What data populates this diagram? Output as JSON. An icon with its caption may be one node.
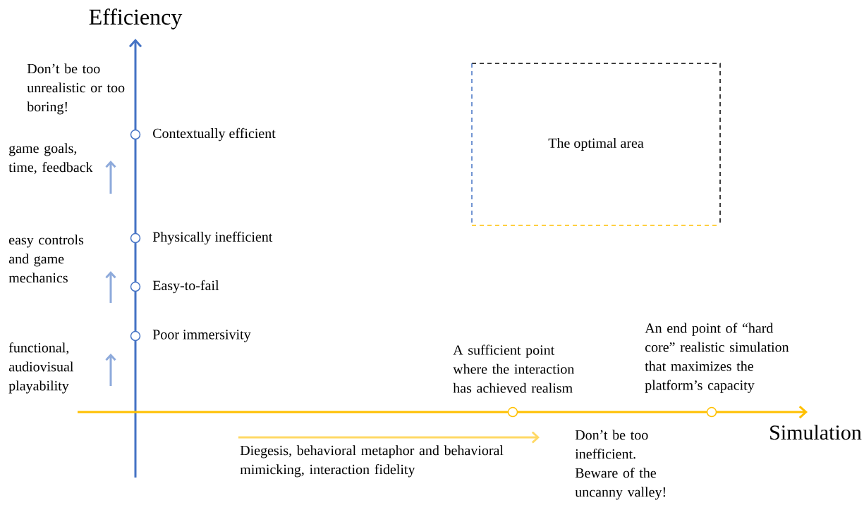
{
  "diagram": {
    "nodes": [
      {
        "text": [
          "The optimal area"
        ]
      },
      {
        "text": [],
        "shape": "circle",
        "beside": [
          "Contextually efficient"
        ]
      },
      {
        "text": [],
        "shape": "circle",
        "beside": [
          "Physically inefficient"
        ]
      },
      {
        "text": [],
        "shape": "circle",
        "beside": [
          "Easy-to-fail"
        ]
      },
      {
        "text": [],
        "shape": "circle",
        "beside": [
          "Poor immersivity"
        ]
      },
      {
        "text": [],
        "shape": "circle",
        "beside": [
          "A sufficient point where the interaction has achieved realism"
        ]
      },
      {
        "text": [],
        "shape": "circle",
        "beside": [
          "An end point of “hard core” realistic simulation that maximizes the platform’s capacity"
        ]
      }
    ],
    "labels": [
      "Efficiency",
      "Don’t be too unrealistic or too boring!",
      "game goals, time, feedback",
      "easy controls and game mechanics",
      "functional, audiovisual playability",
      "Diegesis, behavioral metaphor and behavioral mimicking, interaction fidelity",
      "Don’t be too inefficient. Beware of the uncanny valley!",
      "Simulation"
    ]
  }
}
